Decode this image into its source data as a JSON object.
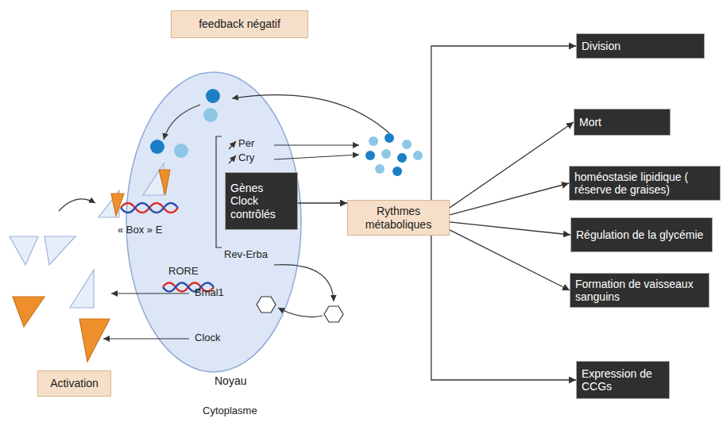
{
  "diagram": {
    "nodes": [
      {
        "text": [
          "feedback négatif"
        ]
      },
      {
        "text": [
          "Noyau"
        ]
      },
      {
        "text": [
          "Gènes Clock contrôlés"
        ],
        "in": 1
      },
      {
        "text": [
          "Activation"
        ]
      },
      {
        "text": [
          "Rythmes métaboliques"
        ]
      },
      {
        "text": [
          "Division"
        ]
      },
      {
        "text": [
          "Mort"
        ]
      },
      {
        "text": [
          "homéostasie lipidique ( réserve de graises)"
        ]
      },
      {
        "text": [
          "Régulation de la glycémie"
        ]
      },
      {
        "text": [
          "Formation de vaisseaux sanguins"
        ]
      },
      {
        "text": [
          "Expression de CCGs"
        ]
      }
    ],
    "edges": [
      {
        "from": 2,
        "to": 4,
        "arrow": "to"
      },
      {
        "from": 4,
        "to": 5,
        "arrow": "to"
      },
      {
        "from": 4,
        "to": 6,
        "arrow": "to"
      },
      {
        "from": 4,
        "to": 7,
        "arrow": "to"
      },
      {
        "from": 4,
        "to": 8,
        "arrow": "to"
      },
      {
        "from": 4,
        "to": 9,
        "arrow": "to"
      },
      {
        "from": 4,
        "to": 10,
        "arrow": "to"
      }
    ],
    "labels": [
      "Per",
      "Cry",
      "« Box » E",
      "Rev-Erba",
      "RORE",
      "Bmal1",
      "Clock",
      "Cytoplasme"
    ]
  }
}
